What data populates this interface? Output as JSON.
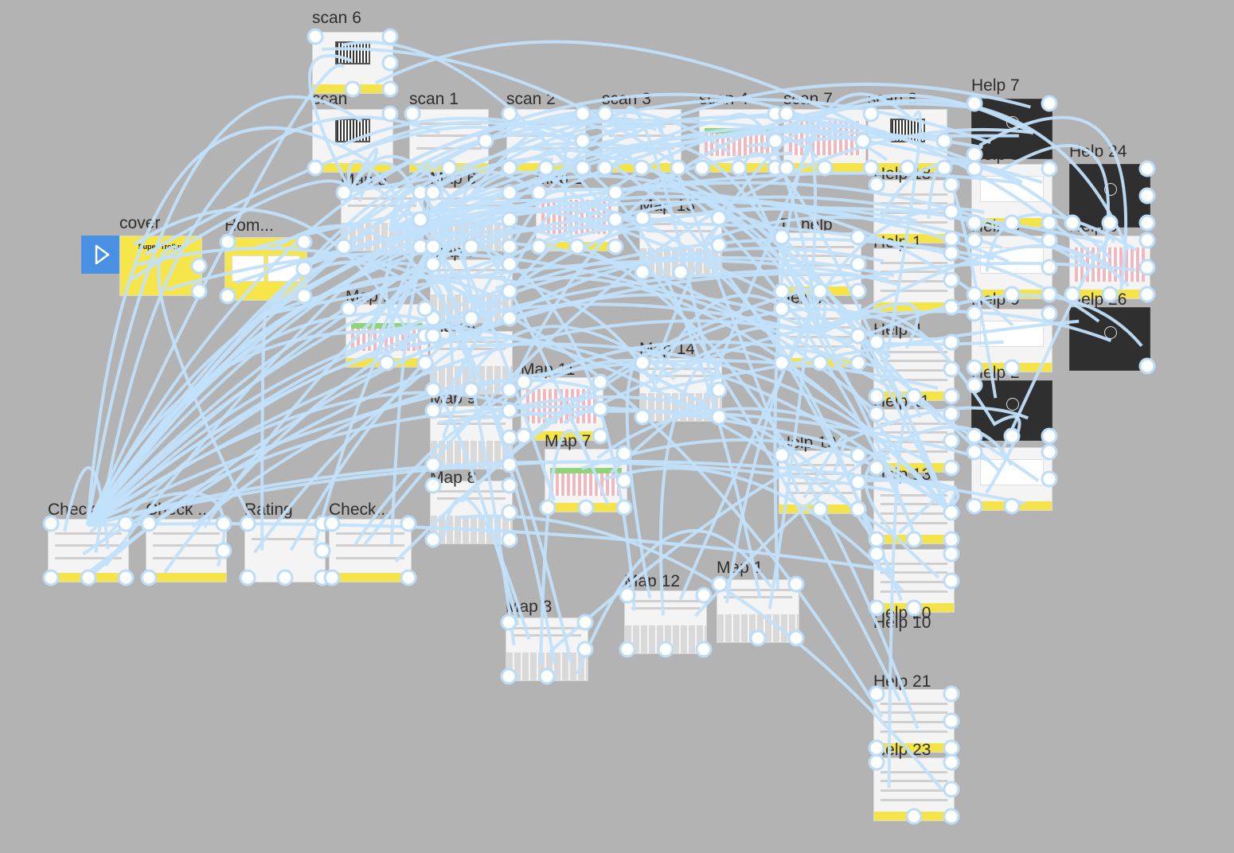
{
  "canvas": {
    "background": "#b3b3b3",
    "link_color": "#c2e0fb",
    "accent_yellow": "#f5e449",
    "play_button_color": "#4a90e2"
  },
  "boards": [
    {
      "id": "scan6",
      "label": "scan 6",
      "kind": "scan"
    },
    {
      "id": "scan5",
      "label": "scan",
      "kind": "scan"
    },
    {
      "id": "scan1",
      "label": "scan 1",
      "kind": "list"
    },
    {
      "id": "scan2",
      "label": "scan 2",
      "kind": "list"
    },
    {
      "id": "scan3",
      "label": "scan 3",
      "kind": "list"
    },
    {
      "id": "scan4",
      "label": "scan 4",
      "kind": "map2"
    },
    {
      "id": "scan7",
      "label": "scan 7",
      "kind": "map"
    },
    {
      "id": "scan8",
      "label": "scan 8",
      "kind": "scan"
    },
    {
      "id": "help7",
      "label": "Help 7",
      "kind": "dark"
    },
    {
      "id": "help5",
      "label": "Help 5",
      "kind": "card"
    },
    {
      "id": "help24",
      "label": "Help 24",
      "kind": "dark"
    },
    {
      "id": "help18",
      "label": "Help 18",
      "kind": "doc"
    },
    {
      "id": "cover",
      "label": "cover",
      "kind": "cover",
      "title": "Super Trolley"
    },
    {
      "id": "home",
      "label": "Hom...",
      "kind": "home"
    },
    {
      "id": "map5",
      "label": "Map 5",
      "kind": "kbd"
    },
    {
      "id": "map6",
      "label": "Map 6",
      "kind": "kbd"
    },
    {
      "id": "map2",
      "label": "Map 2",
      "kind": "map"
    },
    {
      "id": "map13",
      "label": "Map 13",
      "kind": "kbd"
    },
    {
      "id": "thelp",
      "label": "T...help",
      "kind": "doc"
    },
    {
      "id": "help1",
      "label": "Help 1",
      "kind": "doc"
    },
    {
      "id": "help3",
      "label": "Help 3",
      "kind": "card"
    },
    {
      "id": "help6",
      "label": "Help 6",
      "kind": "map"
    },
    {
      "id": "map7",
      "label": "Map 7",
      "kind": "kbd"
    },
    {
      "id": "mapmid",
      "label": "Map...",
      "kind": "map2"
    },
    {
      "id": "helpb",
      "label": "Help ...",
      "kind": "doc"
    },
    {
      "id": "help9",
      "label": "Help 9",
      "kind": "card"
    },
    {
      "id": "help26",
      "label": "Help 26",
      "kind": "dark"
    },
    {
      "id": "map4",
      "label": "Map 4",
      "kind": "kbd"
    },
    {
      "id": "map14",
      "label": "Map 14",
      "kind": "kbd"
    },
    {
      "id": "help4",
      "label": "Help 4",
      "kind": "doc"
    },
    {
      "id": "help2",
      "label": "Help 2",
      "kind": "dark"
    },
    {
      "id": "map11",
      "label": "Map 11",
      "kind": "map"
    },
    {
      "id": "map9",
      "label": "Map 9",
      "kind": "kbd"
    },
    {
      "id": "help11",
      "label": "Help 11",
      "kind": "doc"
    },
    {
      "id": "map7b",
      "label": "Map 7",
      "kind": "map2"
    },
    {
      "id": "help10",
      "label": "Help 10",
      "kind": "card"
    },
    {
      "id": "help19",
      "label": "Help 19",
      "kind": "doc"
    },
    {
      "id": "map8",
      "label": "Map 8",
      "kind": "kbd"
    },
    {
      "id": "help13",
      "label": "Help 13",
      "kind": "doc"
    },
    {
      "id": "check1",
      "label": "Check ...",
      "kind": "list"
    },
    {
      "id": "check2",
      "label": "Check ...",
      "kind": "list"
    },
    {
      "id": "rating",
      "label": "Rating",
      "kind": "plain"
    },
    {
      "id": "check3",
      "label": "Check...",
      "kind": "list"
    },
    {
      "id": "map12",
      "label": "Map 12",
      "kind": "kbd"
    },
    {
      "id": "map1",
      "label": "Map 1",
      "kind": "kbd"
    },
    {
      "id": "map3",
      "label": "Map 3",
      "kind": "kbd"
    },
    {
      "id": "help20",
      "label": "Help 20",
      "kind": "doc"
    },
    {
      "id": "help21",
      "label": "Help 21",
      "kind": "doc"
    },
    {
      "id": "help23",
      "label": "Help 23",
      "kind": "doc"
    }
  ]
}
